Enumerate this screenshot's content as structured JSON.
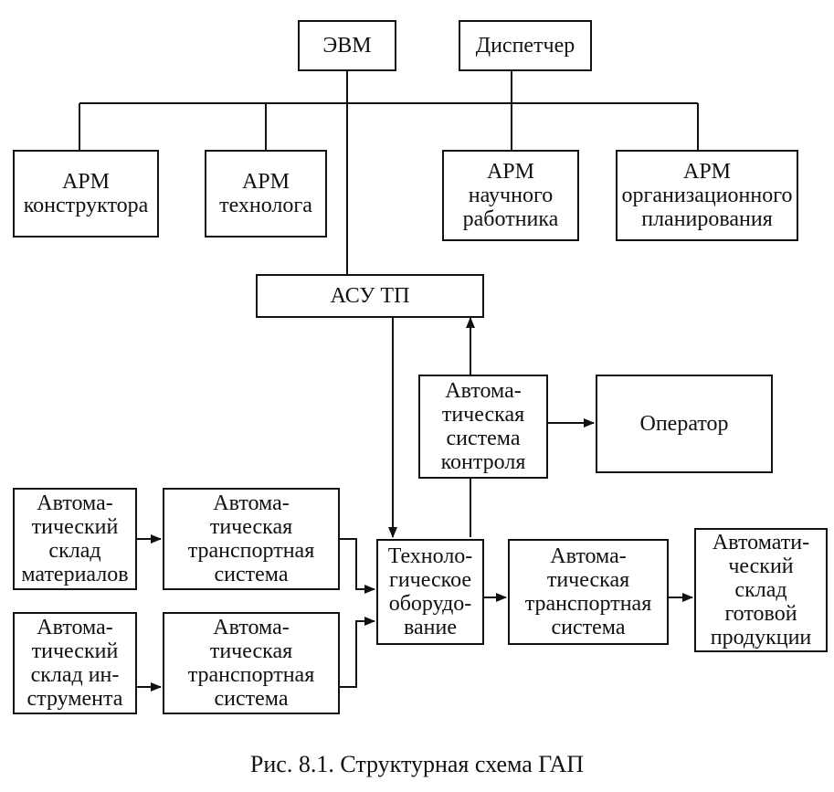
{
  "diagram": {
    "nodes": {
      "evm": "ЭВМ",
      "dispatcher": "Диспетчер",
      "arm_designer": "АРМ\nконструктора",
      "arm_technologist": "АРМ\nтехнолога",
      "arm_scientist": "АРМ\nнаучного\nработника",
      "arm_planning": "АРМ\nорганизационного\nпланирования",
      "asu_tp": "АСУ ТП",
      "auto_control": "Автома-\nтическая\nсистема\nконтроля",
      "operator": "Оператор",
      "warehouse_materials": "Автома-\nтический\nсклад\nматериалов",
      "transport_1": "Автома-\nтическая\nтранспортная\nсистема",
      "warehouse_tools": "Автома-\nтический\nсклад ин-\nструмента",
      "transport_2": "Автома-\nтическая\nтранспортная\nсистема",
      "tech_equipment": "Техноло-\nгическое\nоборудо-\nвание",
      "transport_3": "Автома-\nтическая\nтранспортная\nсистема",
      "warehouse_products": "Автомати-\nческий склад\nготовой\nпродукции"
    },
    "caption": "Рис. 8.1. Структурная схема ГАП"
  }
}
